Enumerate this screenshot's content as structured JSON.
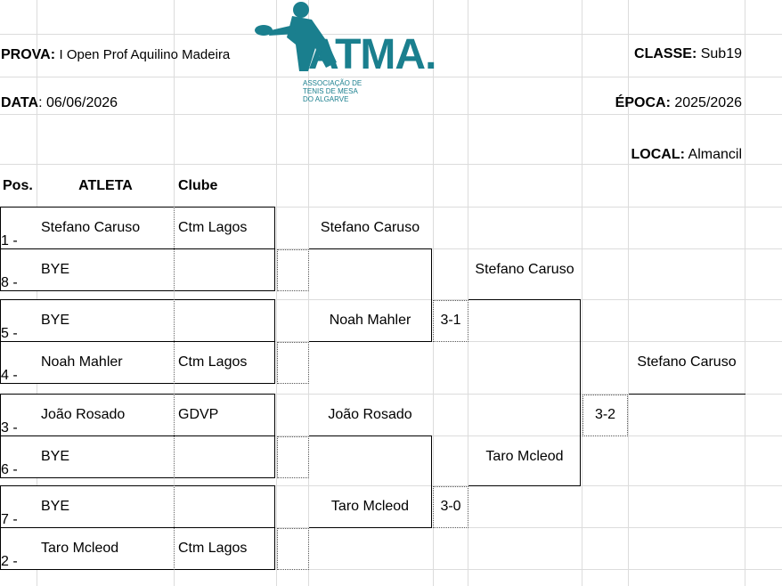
{
  "header": {
    "prova_label": "PROVA:",
    "prova_value": "I Open Prof Aquilino Madeira",
    "classe_label": "CLASSE:",
    "classe_value": "Sub19",
    "data_label": "DATA",
    "data_value": ": 06/06/2026",
    "epoca_label": "ÉPOCA:",
    "epoca_value": "2025/2026",
    "local_label": "LOCAL:",
    "local_value": "Almancil"
  },
  "logo": {
    "wordmark": "ATMA.",
    "line1": "ASSOCIAÇÃO DE",
    "line2": "TENIS DE MESA",
    "line3": "DO ALGARVE",
    "color": "#1a7f8e"
  },
  "columns": {
    "pos": "Pos.",
    "atleta": "ATLETA",
    "clube": "Clube"
  },
  "entries": [
    {
      "pos": "1 -",
      "atleta": "Stefano Caruso",
      "clube": "Ctm Lagos"
    },
    {
      "pos": "8 -",
      "atleta": "BYE",
      "clube": ""
    },
    {
      "pos": "5 -",
      "atleta": "BYE",
      "clube": ""
    },
    {
      "pos": "4 -",
      "atleta": "Noah Mahler",
      "clube": "Ctm Lagos"
    },
    {
      "pos": "3 -",
      "atleta": "João Rosado",
      "clube": "GDVP"
    },
    {
      "pos": "6 -",
      "atleta": "BYE",
      "clube": ""
    },
    {
      "pos": "7 -",
      "atleta": "BYE",
      "clube": ""
    },
    {
      "pos": "2 -",
      "atleta": "Taro Mcleod",
      "clube": "Ctm Lagos"
    }
  ],
  "round1": [
    "Stefano Caruso",
    "Noah Mahler",
    "João Rosado",
    "Taro Mcleod"
  ],
  "round2": [
    {
      "winner": "Stefano Caruso",
      "score": "3-1"
    },
    {
      "winner": "Taro Mcleod",
      "score": "3-0"
    }
  ],
  "final": {
    "winner": "Stefano Caruso",
    "score": "3-2"
  }
}
